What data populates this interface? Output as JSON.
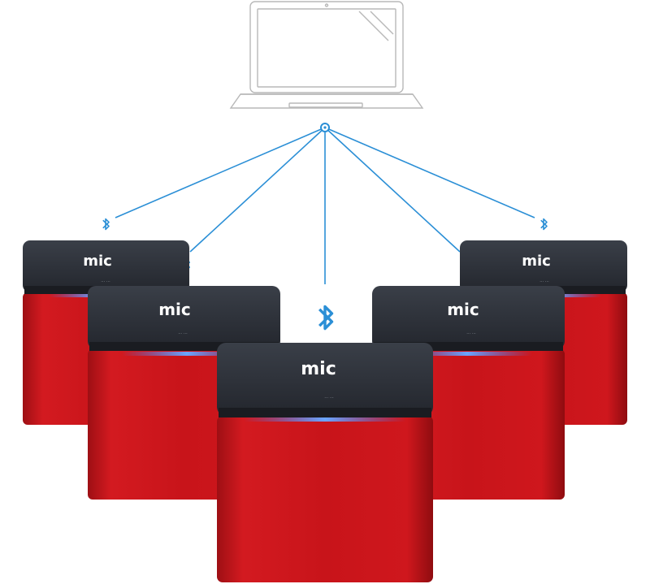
{
  "scene": {
    "subject": "laptop wirelessly connected to five cube speakers",
    "laptop": {
      "icon": "laptop-icon",
      "line_color": "#b8b8b8"
    },
    "hub": {
      "icon": "bluetooth-hub-icon",
      "color": "#2b8fd6"
    },
    "connection": {
      "icon": "bluetooth-icon",
      "color": "#2b8fd6"
    },
    "speaker": {
      "brand": "mic",
      "tagline": "… …",
      "body_color": "#c8141a",
      "top_color": "#2c3038",
      "accent_light_color": "#3a7bff",
      "count": 5
    }
  }
}
